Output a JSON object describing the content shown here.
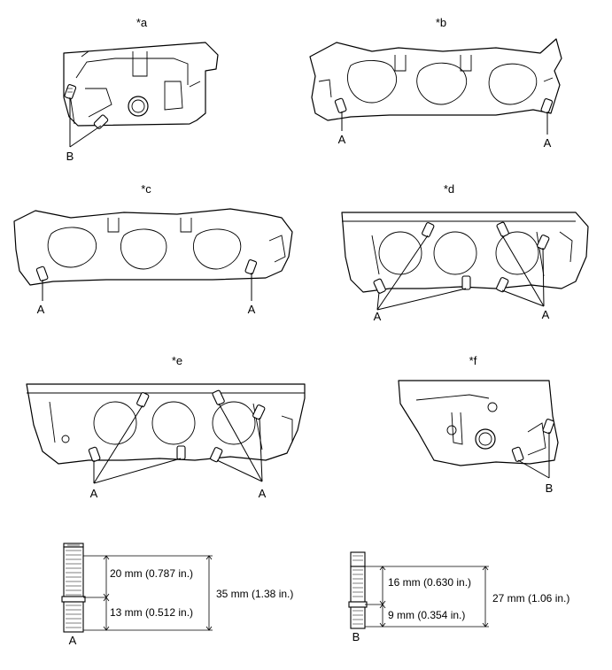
{
  "views": {
    "a": {
      "tag": "*a",
      "callouts": [
        "B"
      ]
    },
    "b": {
      "tag": "*b",
      "callouts": [
        "A",
        "A"
      ]
    },
    "c": {
      "tag": "*c",
      "callouts": [
        "A",
        "A"
      ]
    },
    "d": {
      "tag": "*d",
      "callouts": [
        "A",
        "A"
      ]
    },
    "e": {
      "tag": "*e",
      "callouts": [
        "A",
        "A"
      ]
    },
    "f": {
      "tag": "*f",
      "callouts": [
        "B"
      ]
    }
  },
  "stud_a": {
    "label": "A",
    "upper_length": "20 mm (0.787 in.)",
    "lower_length": "13 mm (0.512 in.)",
    "total_length": "35 mm (1.38 in.)"
  },
  "stud_b": {
    "label": "B",
    "upper_length": "16 mm (0.630 in.)",
    "lower_length": "9 mm (0.354 in.)",
    "total_length": "27 mm (1.06 in.)"
  }
}
